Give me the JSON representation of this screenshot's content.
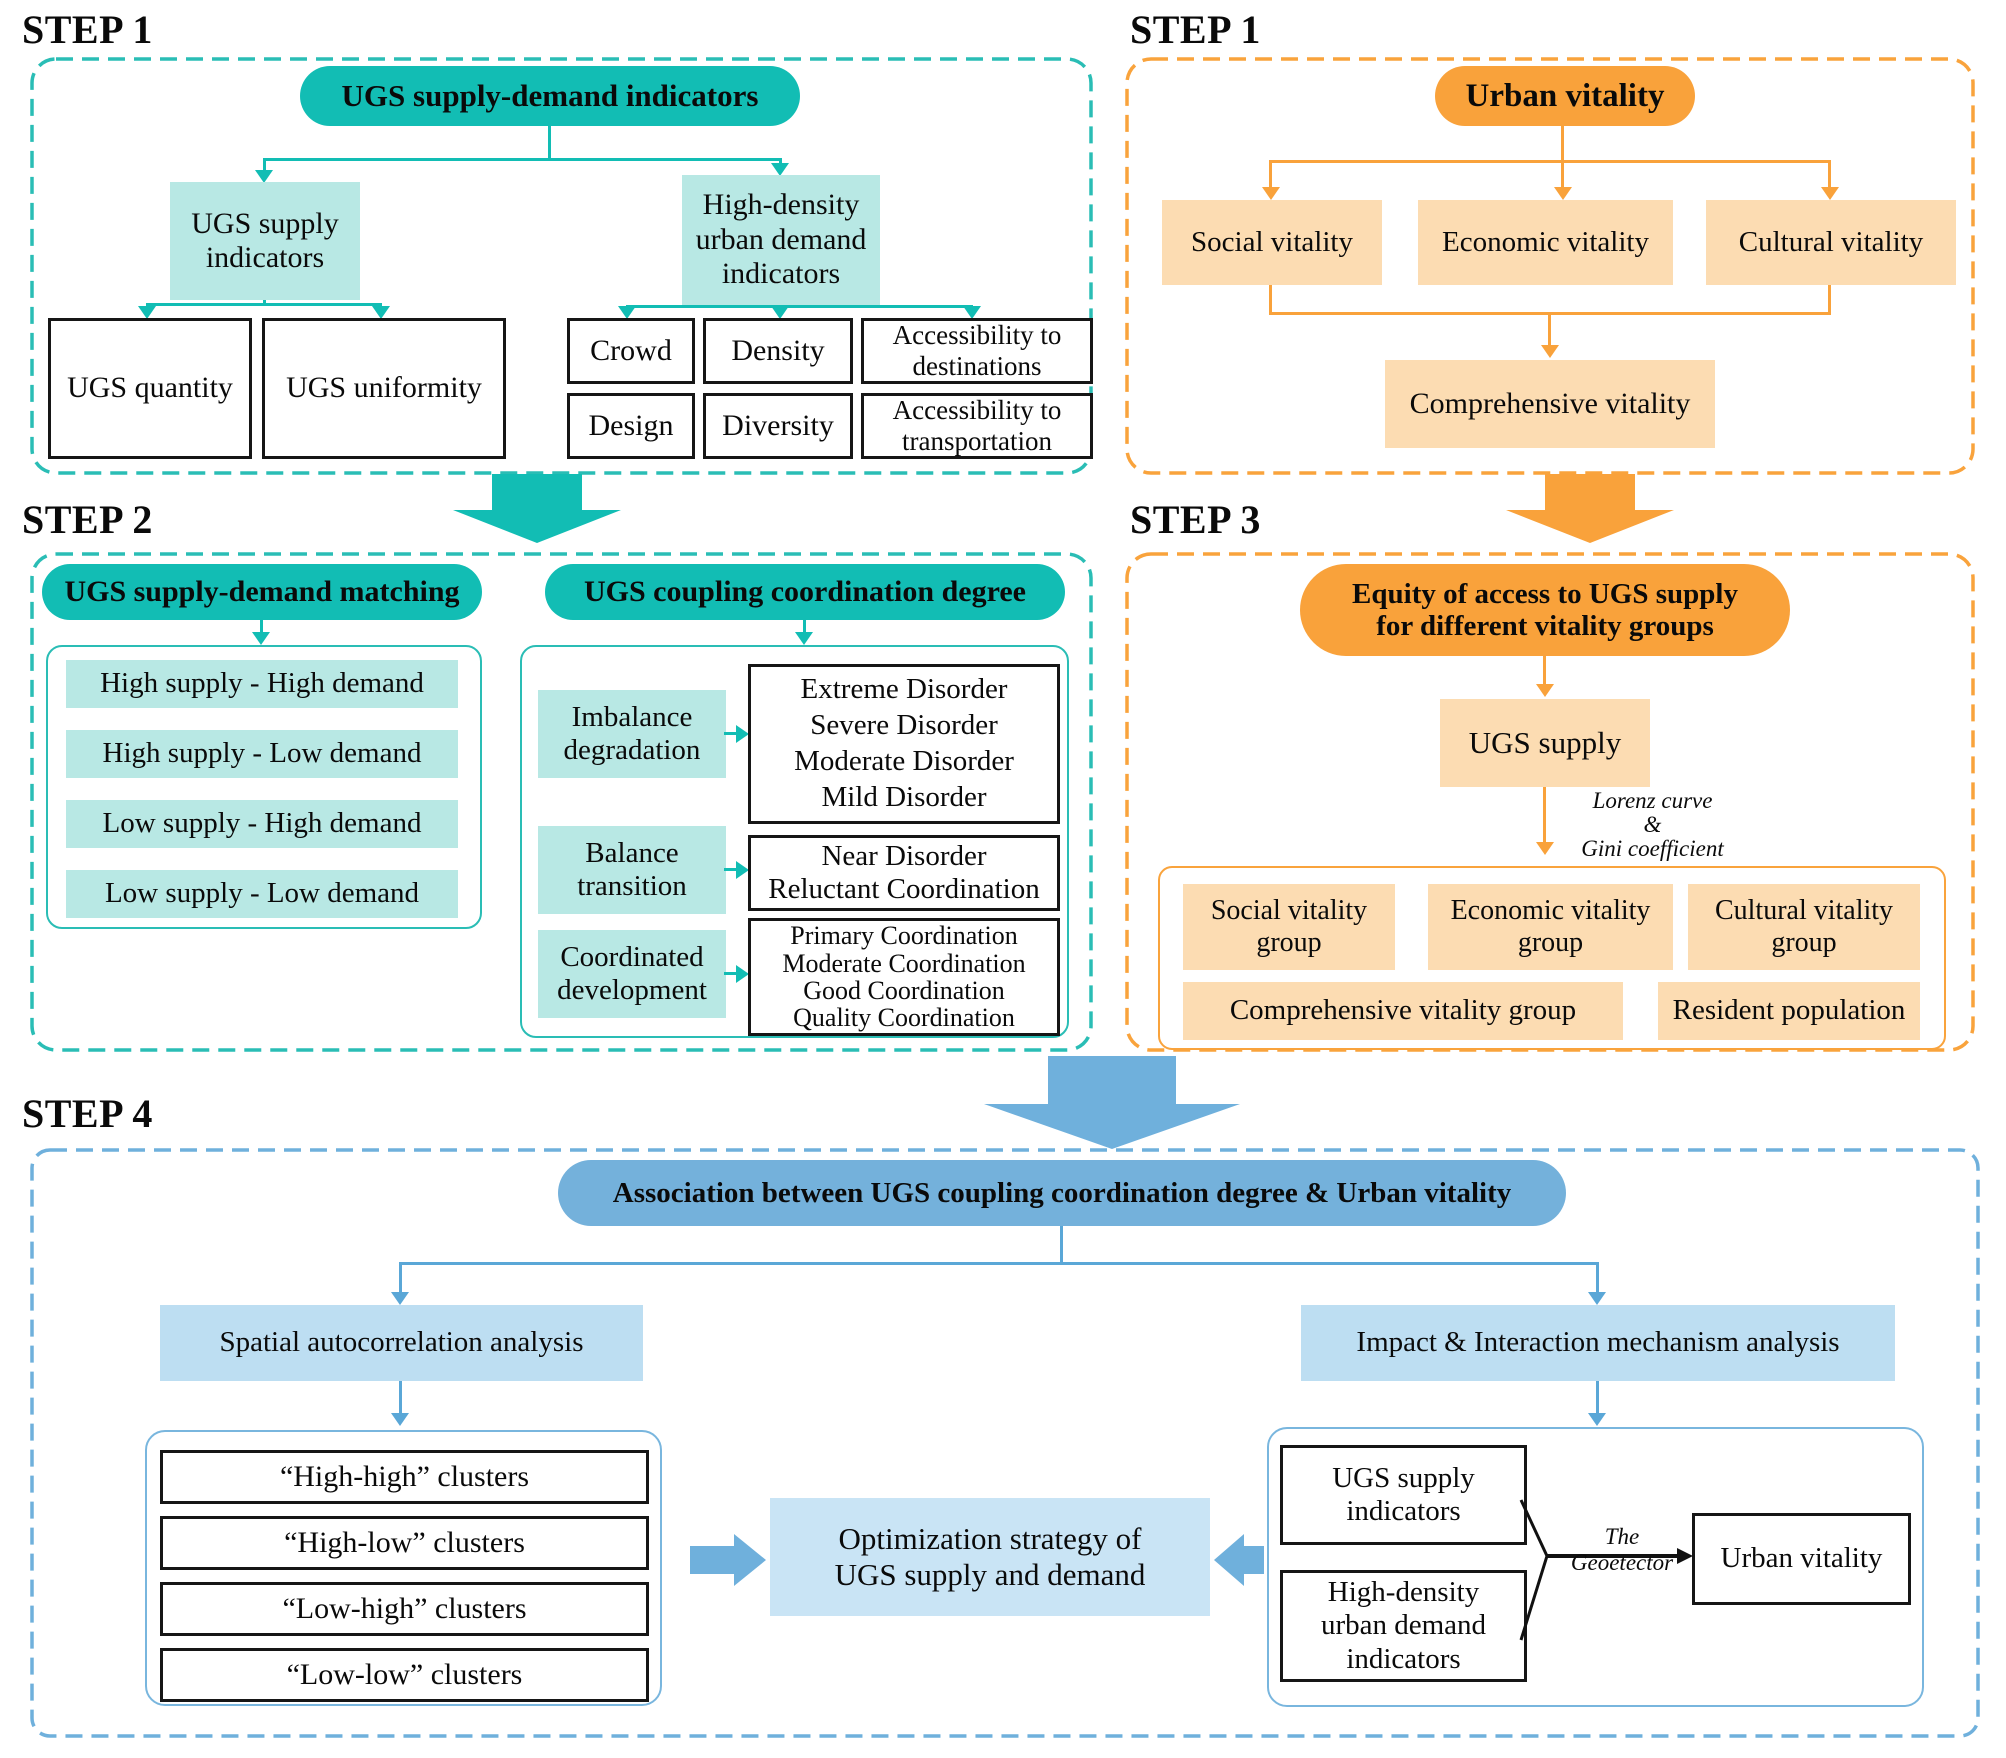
{
  "colors": {
    "teal": "#12bdb4",
    "teal_light": "#b8e8e4",
    "teal_dash": "#2abdb5",
    "orange": "#f9a23b",
    "orange_light": "#fcdcb2",
    "blue": "#74b1db",
    "blue_light": "#bddef2",
    "blue_lighter": "#c9e4f5",
    "box_border": "#161616"
  },
  "step1_left": {
    "label": "STEP 1",
    "title": "UGS supply-demand indicators",
    "supply": {
      "title": [
        "UGS supply",
        "indicators"
      ],
      "children": [
        "UGS quantity",
        "UGS uniformity"
      ]
    },
    "demand": {
      "title": [
        "High-density",
        "urban demand",
        "indicators"
      ],
      "children": [
        "Crowd",
        "Density",
        [
          "Accessibility to",
          "destinations"
        ],
        "Design",
        "Diversity",
        [
          "Accessibility to",
          "transportation"
        ]
      ]
    }
  },
  "step1_right": {
    "label": "STEP 1",
    "title": "Urban vitality",
    "children": [
      "Social vitality",
      "Economic vitality",
      "Cultural vitality"
    ],
    "merge": "Comprehensive vitality"
  },
  "step2": {
    "label": "STEP 2",
    "matching": {
      "title": "UGS supply-demand matching",
      "items": [
        "High supply - High demand",
        "High supply - Low demand",
        "Low supply - High demand",
        "Low supply - Low demand"
      ]
    },
    "coupling": {
      "title": "UGS coupling coordination degree",
      "groups": [
        {
          "label": [
            "Imbalance",
            "degradation"
          ],
          "items": [
            "Extreme Disorder",
            "Severe Disorder",
            "Moderate Disorder",
            "Mild Disorder"
          ]
        },
        {
          "label": [
            "Balance",
            "transition"
          ],
          "items": [
            "Near Disorder",
            "Reluctant Coordination"
          ]
        },
        {
          "label": [
            "Coordinated",
            "development"
          ],
          "items": [
            "Primary Coordination",
            "Moderate Coordination",
            "Good Coordination",
            "Quality Coordination"
          ]
        }
      ]
    }
  },
  "step3": {
    "label": "STEP 3",
    "title": [
      "Equity of access to UGS supply",
      "for different vitality groups"
    ],
    "supply": "UGS supply",
    "method": [
      "Lorenz curve",
      "&",
      "Gini coefficient"
    ],
    "groups_row1": [
      [
        "Social vitality",
        "group"
      ],
      [
        "Economic vitality",
        "group"
      ],
      [
        "Cultural vitality",
        "group"
      ]
    ],
    "groups_row2": [
      "Comprehensive vitality group",
      "Resident population"
    ]
  },
  "step4": {
    "label": "STEP 4",
    "title": "Association between UGS coupling coordination degree & Urban vitality",
    "spatial": {
      "title": "Spatial autocorrelation analysis",
      "items": [
        "“High-high” clusters",
        "“High-low” clusters",
        "“Low-high” clusters",
        "“Low-low” clusters"
      ]
    },
    "impact": {
      "title": "Impact & Interaction mechanism analysis",
      "inputs": [
        [
          "UGS supply",
          "indicators"
        ],
        [
          "High-density",
          "urban demand",
          "indicators"
        ]
      ],
      "method": "The Geoetector",
      "output": "Urban vitality"
    },
    "optimization": [
      "Optimization strategy of",
      "UGS supply and demand"
    ]
  }
}
